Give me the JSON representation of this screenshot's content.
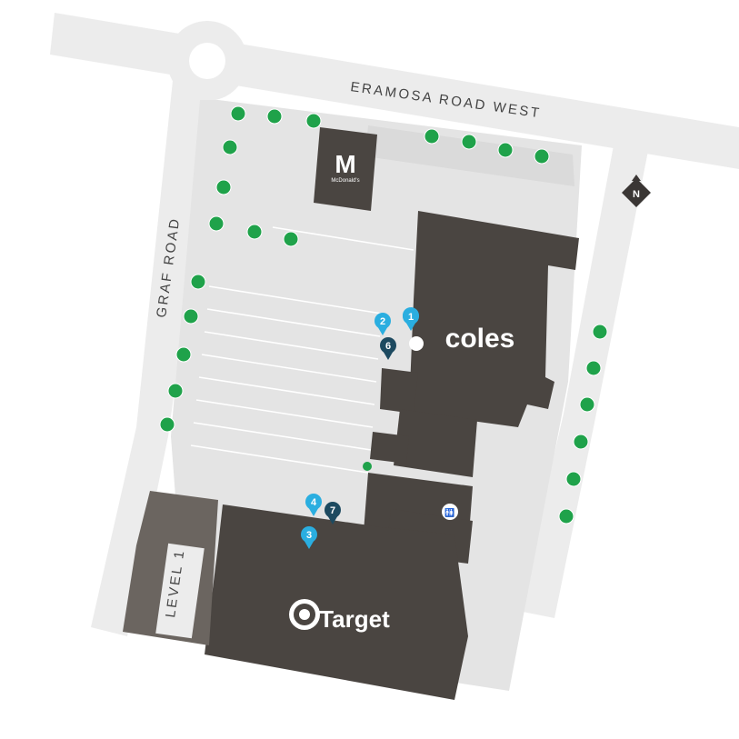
{
  "map": {
    "roads": {
      "north": "ERAMOSA ROAD WEST",
      "west": "GRAF ROAD",
      "level": "LEVEL 1"
    },
    "compass": "N",
    "stores": {
      "anchor_1": "coles",
      "anchor_2": "Target",
      "restaurant": "McDonald's"
    },
    "pins": [
      {
        "label": "1",
        "color": "#2aaee0"
      },
      {
        "label": "2",
        "color": "#2aaee0"
      },
      {
        "label": "6",
        "color": "#1d4a60"
      },
      {
        "label": "4",
        "color": "#2aaee0"
      },
      {
        "label": "7",
        "color": "#1d4a60"
      },
      {
        "label": "3",
        "color": "#2aaee0"
      }
    ],
    "colors": {
      "building": "#4a4541",
      "building_light": "#6b6560",
      "road": "#ececec",
      "parking": "#dedede",
      "tree": "#1fa24a",
      "accent_pin": "#2aaee0",
      "dark_pin": "#1d4a60"
    }
  }
}
